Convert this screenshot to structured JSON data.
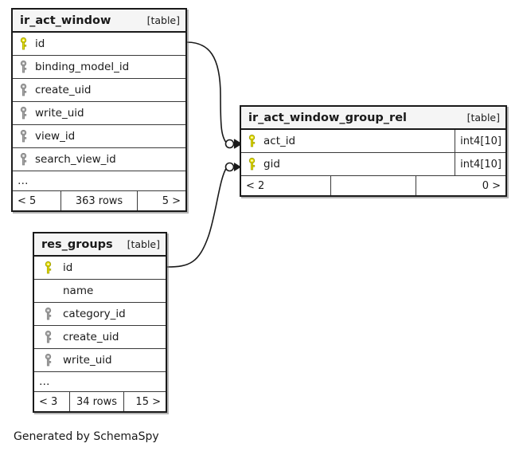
{
  "diagram": {
    "title": "SchemaSpy table relationship diagram",
    "caption": "Generated by SchemaSpy",
    "background_color": "#ffffff",
    "border_color": "#1a1a1a",
    "header_fill": "#f5f5f5",
    "primary_key_color": "#e8e000",
    "foreign_key_color": "#a6a6a6"
  },
  "tables": [
    {
      "id": "ir_act_window",
      "name": "ir_act_window",
      "kind": "[table]",
      "columns": [
        {
          "name": "id",
          "key": "primary",
          "type": ""
        },
        {
          "name": "binding_model_id",
          "key": "foreign",
          "type": ""
        },
        {
          "name": "create_uid",
          "key": "foreign",
          "type": ""
        },
        {
          "name": "write_uid",
          "key": "foreign",
          "type": ""
        },
        {
          "name": "view_id",
          "key": "foreign",
          "type": ""
        },
        {
          "name": "search_view_id",
          "key": "foreign",
          "type": ""
        }
      ],
      "more_indicator": "…",
      "footer": {
        "left": "< 5",
        "middle": "363 rows",
        "right": "5 >"
      }
    },
    {
      "id": "ir_act_window_group_rel",
      "name": "ir_act_window_group_rel",
      "kind": "[table]",
      "columns": [
        {
          "name": "act_id",
          "key": "primary",
          "type": "int4[10]"
        },
        {
          "name": "gid",
          "key": "primary",
          "type": "int4[10]"
        }
      ],
      "more_indicator": "",
      "footer": {
        "left": "< 2",
        "middle": "",
        "right": "0 >"
      }
    },
    {
      "id": "res_groups",
      "name": "res_groups",
      "kind": "[table]",
      "columns": [
        {
          "name": "id",
          "key": "primary",
          "type": ""
        },
        {
          "name": "name",
          "key": "none",
          "type": ""
        },
        {
          "name": "category_id",
          "key": "foreign",
          "type": ""
        },
        {
          "name": "create_uid",
          "key": "foreign",
          "type": ""
        },
        {
          "name": "write_uid",
          "key": "foreign",
          "type": ""
        }
      ],
      "more_indicator": "…",
      "footer": {
        "left": "< 3",
        "middle": "34 rows",
        "right": "15 >"
      }
    }
  ],
  "relationships": [
    {
      "from_table": "ir_act_window",
      "from_column": "id",
      "to_table": "ir_act_window_group_rel",
      "to_column": "act_id",
      "cardinality": "zero-or-many"
    },
    {
      "from_table": "res_groups",
      "from_column": "id",
      "to_table": "ir_act_window_group_rel",
      "to_column": "gid",
      "cardinality": "zero-or-many"
    }
  ]
}
